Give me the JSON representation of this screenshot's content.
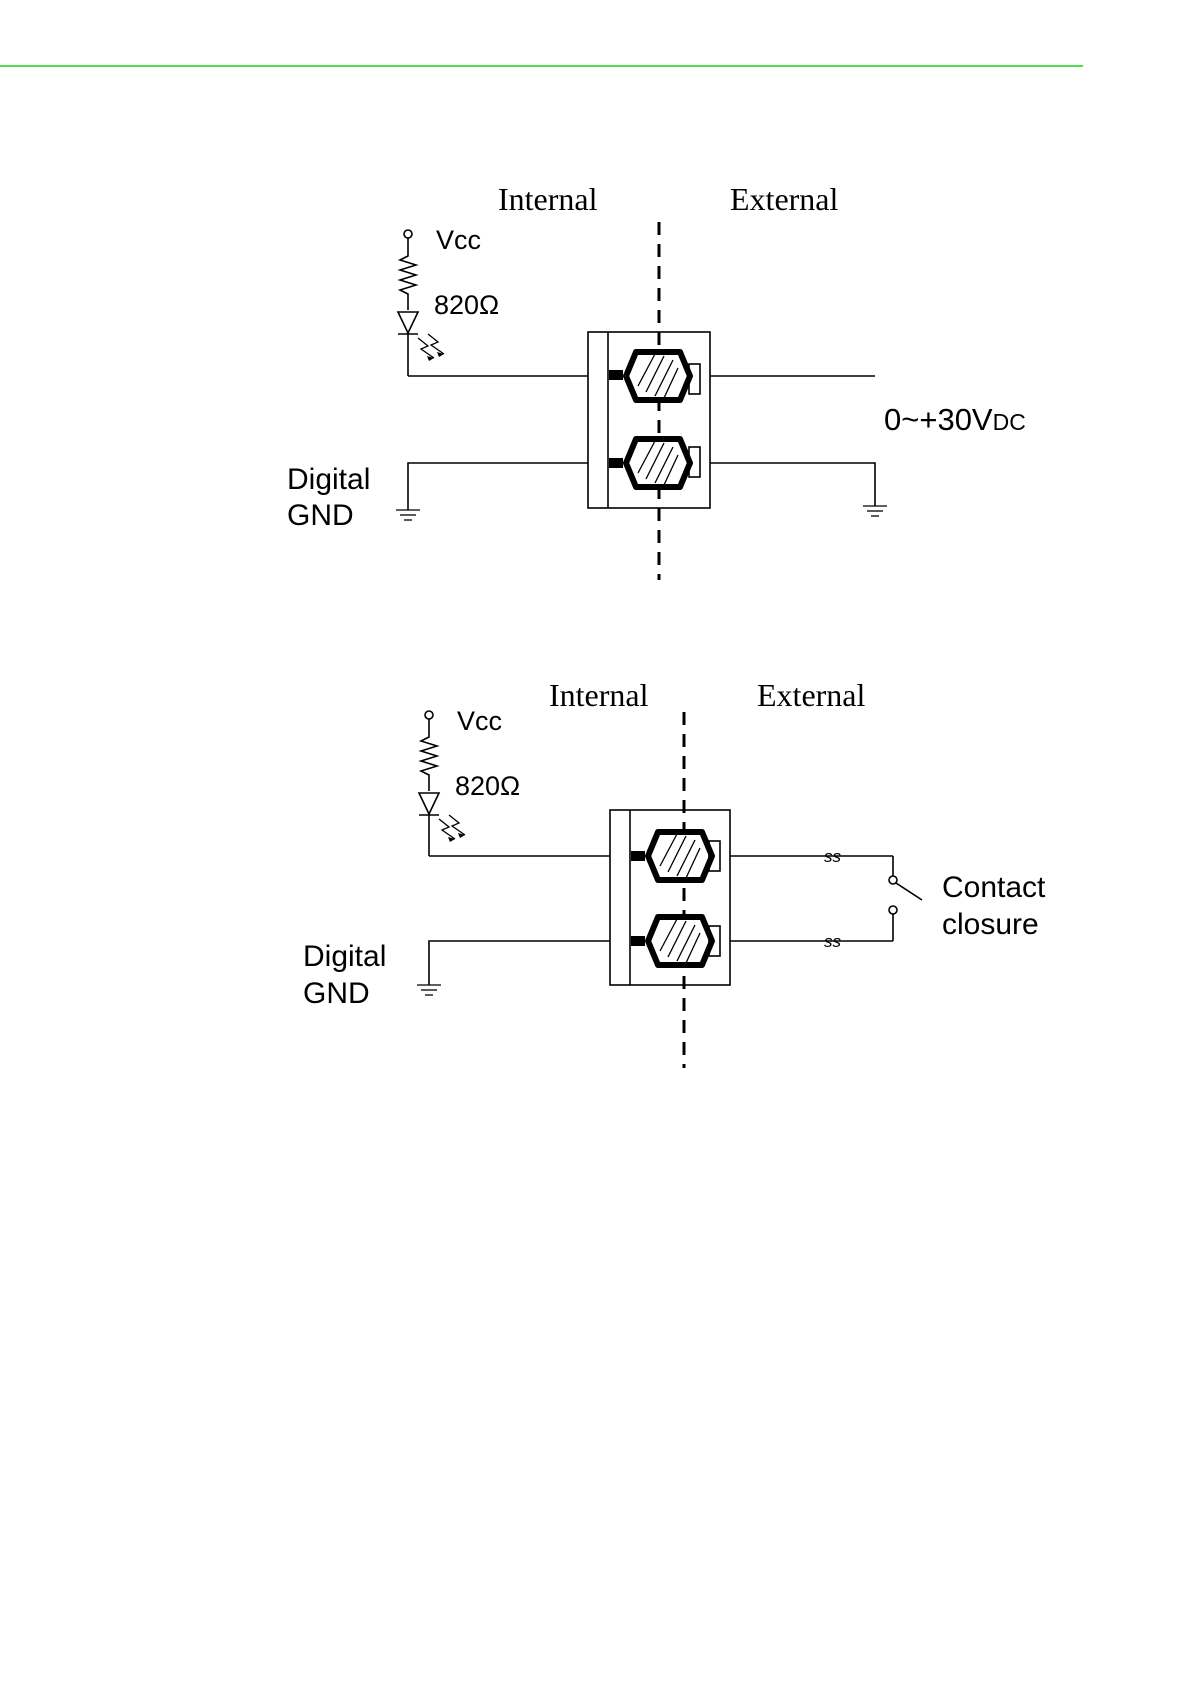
{
  "page": {
    "accent_color": "#4ddd4d"
  },
  "diagram_top": {
    "internal_label": "Internal",
    "external_label": "External",
    "vcc_label": "Vcc",
    "resistor_label": "820Ω",
    "ground_label_line1": "Digital",
    "ground_label_line2": "GND",
    "voltage_label": "0~+30V",
    "voltage_subscript": "DC"
  },
  "diagram_bottom": {
    "internal_label": "Internal",
    "external_label": "External",
    "vcc_label": "Vcc",
    "resistor_label": "820Ω",
    "ground_label_line1": "Digital",
    "ground_label_line2": "GND",
    "contact_label_line1": "Contact",
    "contact_label_line2": "closure",
    "break_mark": "ss"
  }
}
